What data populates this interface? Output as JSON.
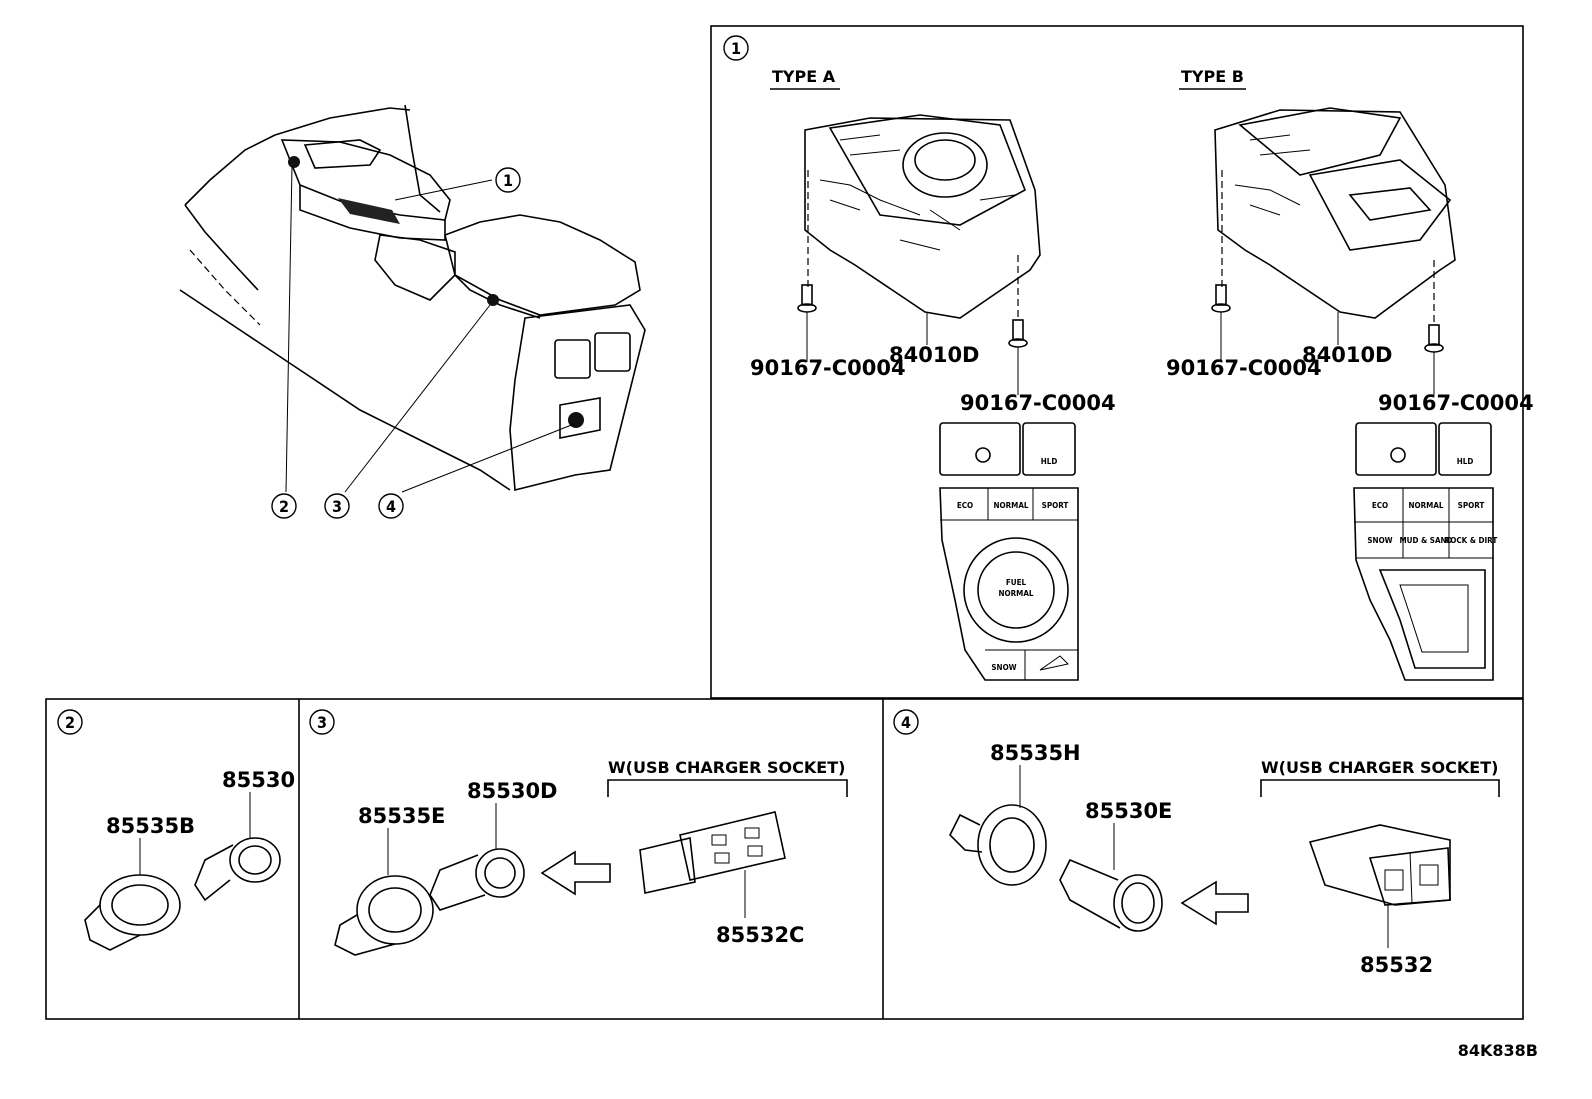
{
  "diagram": {
    "overview_callouts": [
      "1",
      "2",
      "3",
      "4"
    ],
    "panel1": {
      "callout": "1",
      "type_a": {
        "header": "TYPE A",
        "switch_part": "84010D",
        "screw_left": "90167-C0004",
        "screw_right": "90167-C0004",
        "buttons": [
          "ECO",
          "NORMAL",
          "SPORT"
        ],
        "dial_labels": [
          "FUEL",
          "NORMAL"
        ],
        "bottom_buttons": [
          "SNOW"
        ],
        "hld_label": "HLD"
      },
      "type_b": {
        "header": "TYPE B",
        "switch_part": "84010D",
        "screw_left": "90167-C0004",
        "screw_right": "90167-C0004",
        "buttons": [
          "ECO",
          "NORMAL",
          "SPORT",
          "SNOW",
          "MUD & SAND",
          "ROCK & DIRT"
        ],
        "hld_label": "HLD"
      }
    },
    "panel2": {
      "callout": "2",
      "parts": [
        "85535B",
        "85530"
      ]
    },
    "panel3": {
      "callout": "3",
      "parts": [
        "85535E",
        "85530D",
        "85532C"
      ],
      "option_header": "W(USB CHARGER SOCKET)"
    },
    "panel4": {
      "callout": "4",
      "parts": [
        "85535H",
        "85530E",
        "85532"
      ],
      "option_header": "W(USB CHARGER SOCKET)"
    },
    "figure_code": "84K838B"
  }
}
